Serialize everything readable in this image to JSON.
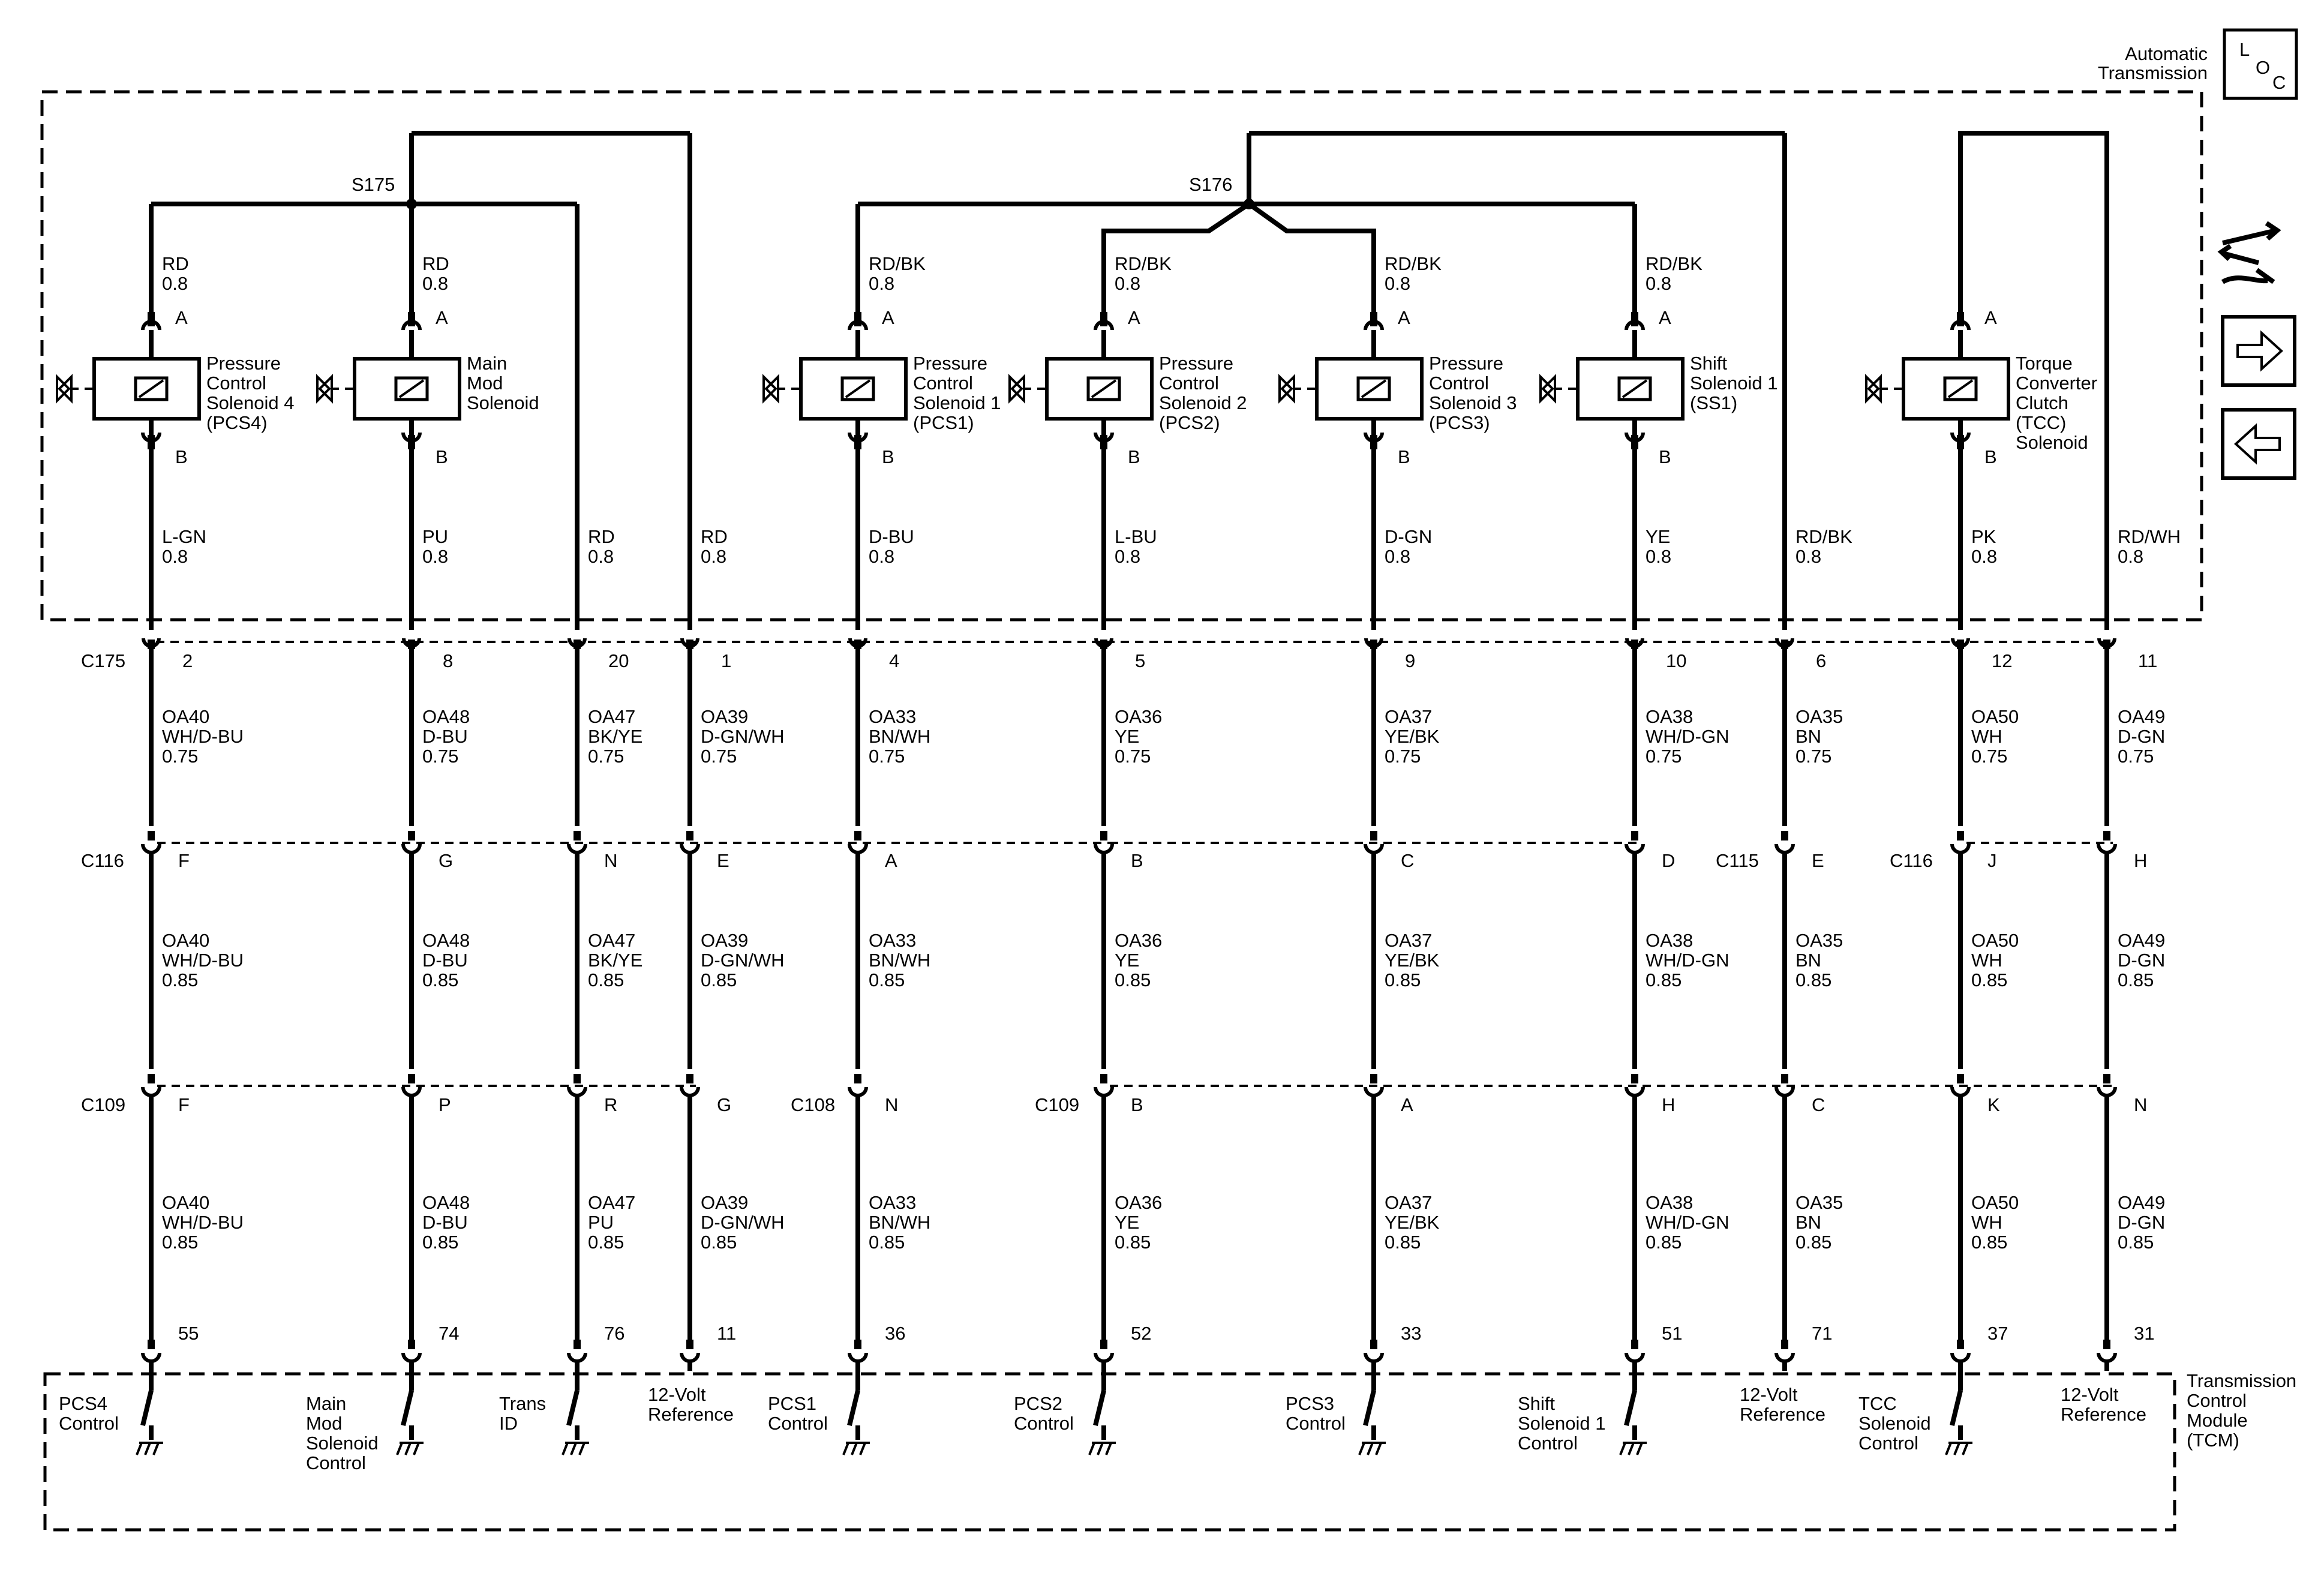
{
  "header": {
    "component_title": [
      "Automatic",
      "Transmission"
    ],
    "loc_icon": "loc-icon",
    "loc_letters": [
      "L",
      "O",
      "C"
    ]
  },
  "splices": {
    "left": "S175",
    "right": "S176"
  },
  "connector_labels": {
    "row1": "C175",
    "row2_left": "C116",
    "row2_mid": "C115",
    "row2_right": "C116",
    "row3_left": "C109",
    "row3_mid_a": "C108",
    "row3_mid_b": "C109"
  },
  "solenoids": [
    {
      "name": [
        "Pressure",
        "Control",
        "Solenoid 4",
        "(PCS4)"
      ],
      "pin_a": "A",
      "pin_b": "B",
      "top_wire": [
        "RD",
        "0.8"
      ]
    },
    {
      "name": [
        "Main",
        "Mod",
        "Solenoid"
      ],
      "pin_a": "A",
      "pin_b": "B",
      "top_wire": [
        "RD",
        "0.8"
      ]
    },
    {
      "name": [
        "Pressure",
        "Control",
        "Solenoid 1",
        "(PCS1)"
      ],
      "pin_a": "A",
      "pin_b": "B",
      "top_wire": [
        "RD/BK",
        "0.8"
      ]
    },
    {
      "name": [
        "Pressure",
        "Control",
        "Solenoid 2",
        "(PCS2)"
      ],
      "pin_a": "A",
      "pin_b": "B",
      "top_wire": [
        "RD/BK",
        "0.8"
      ]
    },
    {
      "name": [
        "Pressure",
        "Control",
        "Solenoid 3",
        "(PCS3)"
      ],
      "pin_a": "A",
      "pin_b": "B",
      "top_wire": [
        "RD/BK",
        "0.8"
      ]
    },
    {
      "name": [
        "Shift",
        "Solenoid 1",
        "(SS1)"
      ],
      "pin_a": "A",
      "pin_b": "B",
      "top_wire": [
        "RD/BK",
        "0.8"
      ]
    },
    {
      "name": [
        "Torque",
        "Converter",
        "Clutch",
        "(TCC)",
        "Solenoid"
      ],
      "pin_a": "A",
      "pin_b": "B",
      "top_wire": null
    }
  ],
  "circuits": [
    {
      "lower_wire": [
        "L-GN",
        "0.8"
      ],
      "c175_pin": "2",
      "seg1": [
        "OA40",
        "WH/D-BU",
        "0.75"
      ],
      "c2_pin": "F",
      "seg2": [
        "OA40",
        "WH/D-BU",
        "0.85"
      ],
      "c3_pin": "F",
      "seg3": [
        "OA40",
        "WH/D-BU",
        "0.85"
      ],
      "tcm_pin": "55",
      "tcm_label": [
        "PCS4",
        "Control"
      ]
    },
    {
      "lower_wire": [
        "PU",
        "0.8"
      ],
      "c175_pin": "8",
      "seg1": [
        "OA48",
        "D-BU",
        "0.75"
      ],
      "c2_pin": "G",
      "seg2": [
        "OA48",
        "D-BU",
        "0.85"
      ],
      "c3_pin": "P",
      "seg3": [
        "OA48",
        "D-BU",
        "0.85"
      ],
      "tcm_pin": "74",
      "tcm_label": [
        "Main",
        "Mod",
        "Solenoid",
        "Control"
      ]
    },
    {
      "lower_wire": [
        "RD",
        "0.8"
      ],
      "c175_pin": "20",
      "seg1": [
        "OA47",
        "BK/YE",
        "0.75"
      ],
      "c2_pin": "N",
      "seg2": [
        "OA47",
        "BK/YE",
        "0.85"
      ],
      "c3_pin": "R",
      "seg3": [
        "OA47",
        "PU",
        "0.85"
      ],
      "tcm_pin": "76",
      "tcm_label": [
        "Trans",
        "ID"
      ]
    },
    {
      "lower_wire": [
        "RD",
        "0.8"
      ],
      "c175_pin": "1",
      "seg1": [
        "OA39",
        "D-GN/WH",
        "0.75"
      ],
      "c2_pin": "E",
      "seg2": [
        "OA39",
        "D-GN/WH",
        "0.85"
      ],
      "c3_pin": "G",
      "seg3": [
        "OA39",
        "D-GN/WH",
        "0.85"
      ],
      "tcm_pin": "11",
      "tcm_label": [
        "12-Volt",
        "Reference"
      ]
    },
    {
      "lower_wire": [
        "D-BU",
        "0.8"
      ],
      "c175_pin": "4",
      "seg1": [
        "OA33",
        "BN/WH",
        "0.75"
      ],
      "c2_pin": "A",
      "seg2": [
        "OA33",
        "BN/WH",
        "0.85"
      ],
      "c3_pin": "N",
      "seg3": [
        "OA33",
        "BN/WH",
        "0.85"
      ],
      "tcm_pin": "36",
      "tcm_label": [
        "PCS1",
        "Control"
      ]
    },
    {
      "lower_wire": [
        "L-BU",
        "0.8"
      ],
      "c175_pin": "5",
      "seg1": [
        "OA36",
        "YE",
        "0.75"
      ],
      "c2_pin": "B",
      "seg2": [
        "OA36",
        "YE",
        "0.85"
      ],
      "c3_pin": "B",
      "seg3": [
        "OA36",
        "YE",
        "0.85"
      ],
      "tcm_pin": "52",
      "tcm_label": [
        "PCS2",
        "Control"
      ]
    },
    {
      "lower_wire": [
        "D-GN",
        "0.8"
      ],
      "c175_pin": "9",
      "seg1": [
        "OA37",
        "YE/BK",
        "0.75"
      ],
      "c2_pin": "C",
      "seg2": [
        "OA37",
        "YE/BK",
        "0.85"
      ],
      "c3_pin": "A",
      "seg3": [
        "OA37",
        "YE/BK",
        "0.85"
      ],
      "tcm_pin": "33",
      "tcm_label": [
        "PCS3",
        "Control"
      ]
    },
    {
      "lower_wire": [
        "YE",
        "0.8"
      ],
      "c175_pin": "10",
      "seg1": [
        "OA38",
        "WH/D-GN",
        "0.75"
      ],
      "c2_pin": "D",
      "seg2": [
        "OA38",
        "WH/D-GN",
        "0.85"
      ],
      "c3_pin": "H",
      "seg3": [
        "OA38",
        "WH/D-GN",
        "0.85"
      ],
      "tcm_pin": "51",
      "tcm_label": [
        "Shift",
        "Solenoid 1",
        "Control"
      ]
    },
    {
      "lower_wire": [
        "RD/BK",
        "0.8"
      ],
      "c175_pin": "6",
      "seg1": [
        "OA35",
        "BN",
        "0.75"
      ],
      "c2_pin": "E",
      "seg2": [
        "OA35",
        "BN",
        "0.85"
      ],
      "c3_pin": "C",
      "seg3": [
        "OA35",
        "BN",
        "0.85"
      ],
      "tcm_pin": "71",
      "tcm_label": [
        "12-Volt",
        "Reference"
      ]
    },
    {
      "lower_wire": [
        "PK",
        "0.8"
      ],
      "c175_pin": "12",
      "seg1": [
        "OA50",
        "WH",
        "0.75"
      ],
      "c2_pin": "J",
      "seg2": [
        "OA50",
        "WH",
        "0.85"
      ],
      "c3_pin": "K",
      "seg3": [
        "OA50",
        "WH",
        "0.85"
      ],
      "tcm_pin": "37",
      "tcm_label": [
        "TCC",
        "Solenoid",
        "Control"
      ]
    },
    {
      "lower_wire": [
        "RD/WH",
        "0.8"
      ],
      "c175_pin": "11",
      "seg1": [
        "OA49",
        "D-GN",
        "0.75"
      ],
      "c2_pin": "H",
      "seg2": [
        "OA49",
        "D-GN",
        "0.85"
      ],
      "c3_pin": "N",
      "seg3": [
        "OA49",
        "D-GN",
        "0.85"
      ],
      "tcm_pin": "31",
      "tcm_label": [
        "12-Volt",
        "Reference"
      ]
    }
  ],
  "tcm": {
    "name": [
      "Transmission",
      "Control",
      "Module",
      "(TCM)"
    ]
  },
  "side_icons": [
    "wrench-arrows-icon",
    "arrow-right-icon",
    "arrow-left-icon"
  ]
}
